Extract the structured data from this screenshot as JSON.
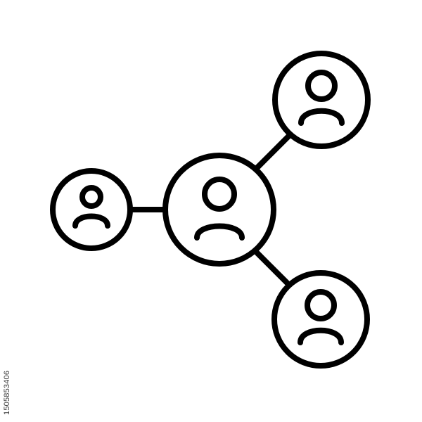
{
  "icon": {
    "name": "user-network-icon",
    "stroke_color": "#000000",
    "background_color": "#ffffff",
    "nodes": [
      {
        "id": "center",
        "icon": "person-icon"
      },
      {
        "id": "left",
        "icon": "person-icon"
      },
      {
        "id": "top-right",
        "icon": "person-icon"
      },
      {
        "id": "bottom-right",
        "icon": "person-icon"
      }
    ]
  },
  "watermark": {
    "id_text": "1505853406"
  }
}
